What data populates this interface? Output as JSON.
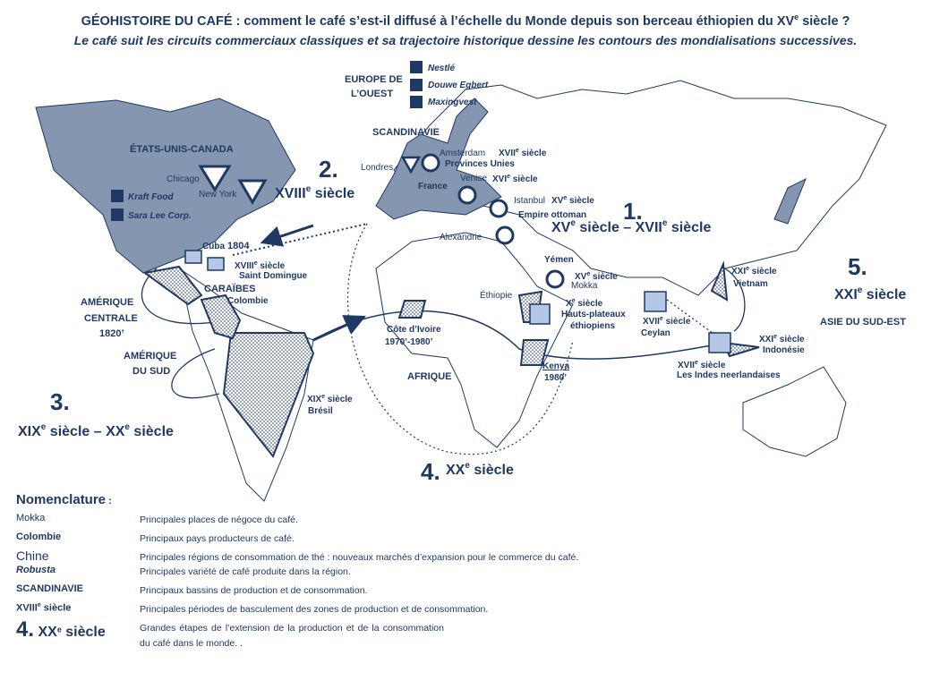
{
  "header": {
    "title": "GÉOHISTOIRE DU CAFÉ : comment le café s’est-il diffusé à l’échelle du Monde depuis son berceau éthiopien du XV",
    "title_sup": "e",
    "title_end": " siècle ?",
    "subtitle": "Le café suit les circuits commerciaux classiques et sa trajectoire historique dessine les contours des mondialisations successives."
  },
  "colors": {
    "navy": "#1f3864",
    "light_fill": "#b4c7e7",
    "land_fill": "#8496b0",
    "white": "#ffffff"
  },
  "map": {
    "europe_label_1": "EUROPE DE",
    "europe_label_2": "L’OUEST",
    "europe_brands": [
      "Nestlé",
      "Douwe Egbert",
      "Maxingvest"
    ],
    "usa_label": "ÉTATS-UNIS-CANADA",
    "usa_brands": [
      "Kraft Food",
      "Sara Lee Corp."
    ],
    "chicago": "Chicago",
    "new_york": "New York",
    "scandinavie": "SCANDINAVIE",
    "londres": "Londres",
    "amsterdam": "Amsterdam",
    "xvii_siecle": "XVII",
    "provinces_unies": "Provinces Unies",
    "france": "France",
    "venise": "Venise",
    "xvi_siecle": "XVI",
    "istanbul": "Istanbul",
    "xv_siecle": "XV",
    "empire_ottoman": "Empire ottoman",
    "alexandrie": "Alexandrie",
    "yemen": "Yémen",
    "mokka": "Mokka",
    "ethiopie": "Éthiopie",
    "x_siecle": "X",
    "hauts_plateaux_1": "Hauts-plateaux",
    "hauts_plateaux_2": "éthiopiens",
    "cuba": "Cuba",
    "year_1804": "1804",
    "xviii_siecle": "XVIII",
    "saint_domingue": "Saint Domingue",
    "caraibes": "CARAÏBES",
    "colombie": "Colombie",
    "amerique_centrale_1": "AMÉRIQUE",
    "amerique_centrale_2": "CENTRALE",
    "year_1820": "1820’",
    "amerique_sud_1": "AMÉRIQUE",
    "amerique_sud_2": "DU SUD",
    "xix_siecle": "XIX",
    "bresil": "Brésil",
    "cote_ivoire": "Côte d’Ivoire",
    "years_1970_1980": "1970’-1980’",
    "afrique": "AFRIQUE",
    "kenya": "Kenya",
    "year_1980": "1980’",
    "ceylan": "Ceylan",
    "indes": "Les Indes neerlandaises",
    "xxi_siecle": "XXI",
    "vietnam": "Vietnam",
    "indonesie": "Indonésie",
    "asie_sud_est": "ASIE DU SUD-EST",
    "sup_e": "e",
    "siecle": " siècle",
    "stage1_num": "1.",
    "stage1_text": "XV",
    "stage1_mid": " siècle – XVII",
    "stage2_num": "2.",
    "stage2_text": "XVIII",
    "stage3_num": "3.",
    "stage3_text": "XIX",
    "stage3_mid": " siècle – XX",
    "stage4_num": "4.",
    "stage4_text": "XX",
    "stage5_num": "5.",
    "stage5_text": "XXI"
  },
  "legend": {
    "title": "Nomenclature",
    "title_suffix": " :",
    "rows": [
      {
        "key": "Mokka",
        "desc": "Principales places de négoce du café."
      },
      {
        "key": "Colombie",
        "desc": "Principaux pays producteurs de café."
      },
      {
        "key": "Chine",
        "desc": "Principales régions de consommation de thé : nouveaux marchés d’expansion pour le commerce du café."
      },
      {
        "key": "Robusta",
        "desc": "Principales variété de café produite dans la région."
      },
      {
        "key": "SCANDINAVIE",
        "desc": "Principaux bassins de production et de consommation."
      },
      {
        "key": "XVIII",
        "key_sup": "e",
        "key_end": " siècle",
        "desc": "Principales périodes de basculement des zones de production et de consommation."
      },
      {
        "key": "4.",
        "key_b": " XX",
        "key_sup": "e",
        "key_end": " siècle",
        "desc": "Grandes étapes de l’extension de la production et de la consommation du café dans le monde. ."
      }
    ]
  }
}
